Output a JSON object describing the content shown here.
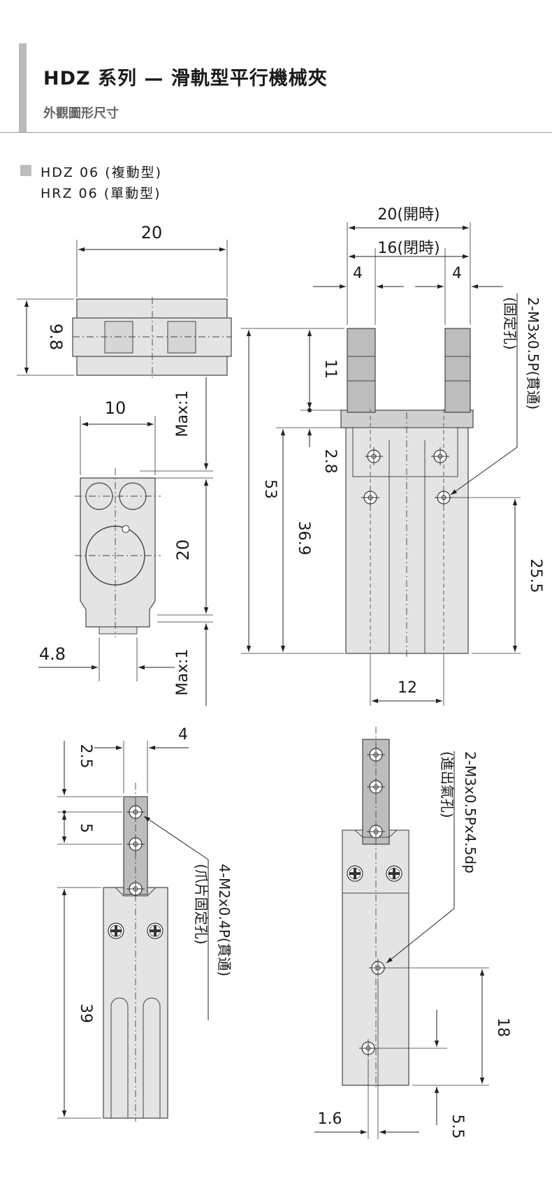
{
  "header": {
    "title": "HDZ 系列 — 滑軌型平行機械夾",
    "subtitle": "外觀圖形尺寸"
  },
  "models": [
    "HDZ 06 (複動型)",
    "HRZ 06 (單動型)"
  ],
  "dimensions": {
    "top_width": "20",
    "top_height": "9.8",
    "side_width": "10",
    "max_top": "Max:1",
    "side_height": "20",
    "max_bottom": "Max:1",
    "offset_4_8": "4.8",
    "open_width": "20(開時)",
    "closed_width": "16(閉時)",
    "jaw_left": "4",
    "jaw_right": "4",
    "jaw_height": "11",
    "total_height": "53",
    "body_height": "36.9",
    "gap_2_8": "2.8",
    "hole_height": "25.5",
    "hole_spacing": "12",
    "jaw_top_2_5": "2.5",
    "jaw_width_4": "4",
    "jaw_pitch_5": "5",
    "side_body_39": "39",
    "port_pitch_18": "18",
    "offset_1_6": "1.6",
    "bottom_5_5": "5.5"
  },
  "callouts": {
    "mount_hole": "2-M3x0.5P(貫通)",
    "mount_hole_note": "(固定孔)",
    "jaw_hole": "4-M2x0.4P(貫通)",
    "jaw_hole_note": "(爪片固定孔)",
    "air_port": "2-M3x0.5Px4.5dp",
    "air_port_note": "(進出氣孔)"
  },
  "colors": {
    "body_fill": "#e4e4e4",
    "jaw_fill": "#bdbdbd",
    "header_bar": "#b9b9b9",
    "line": "#333333"
  }
}
